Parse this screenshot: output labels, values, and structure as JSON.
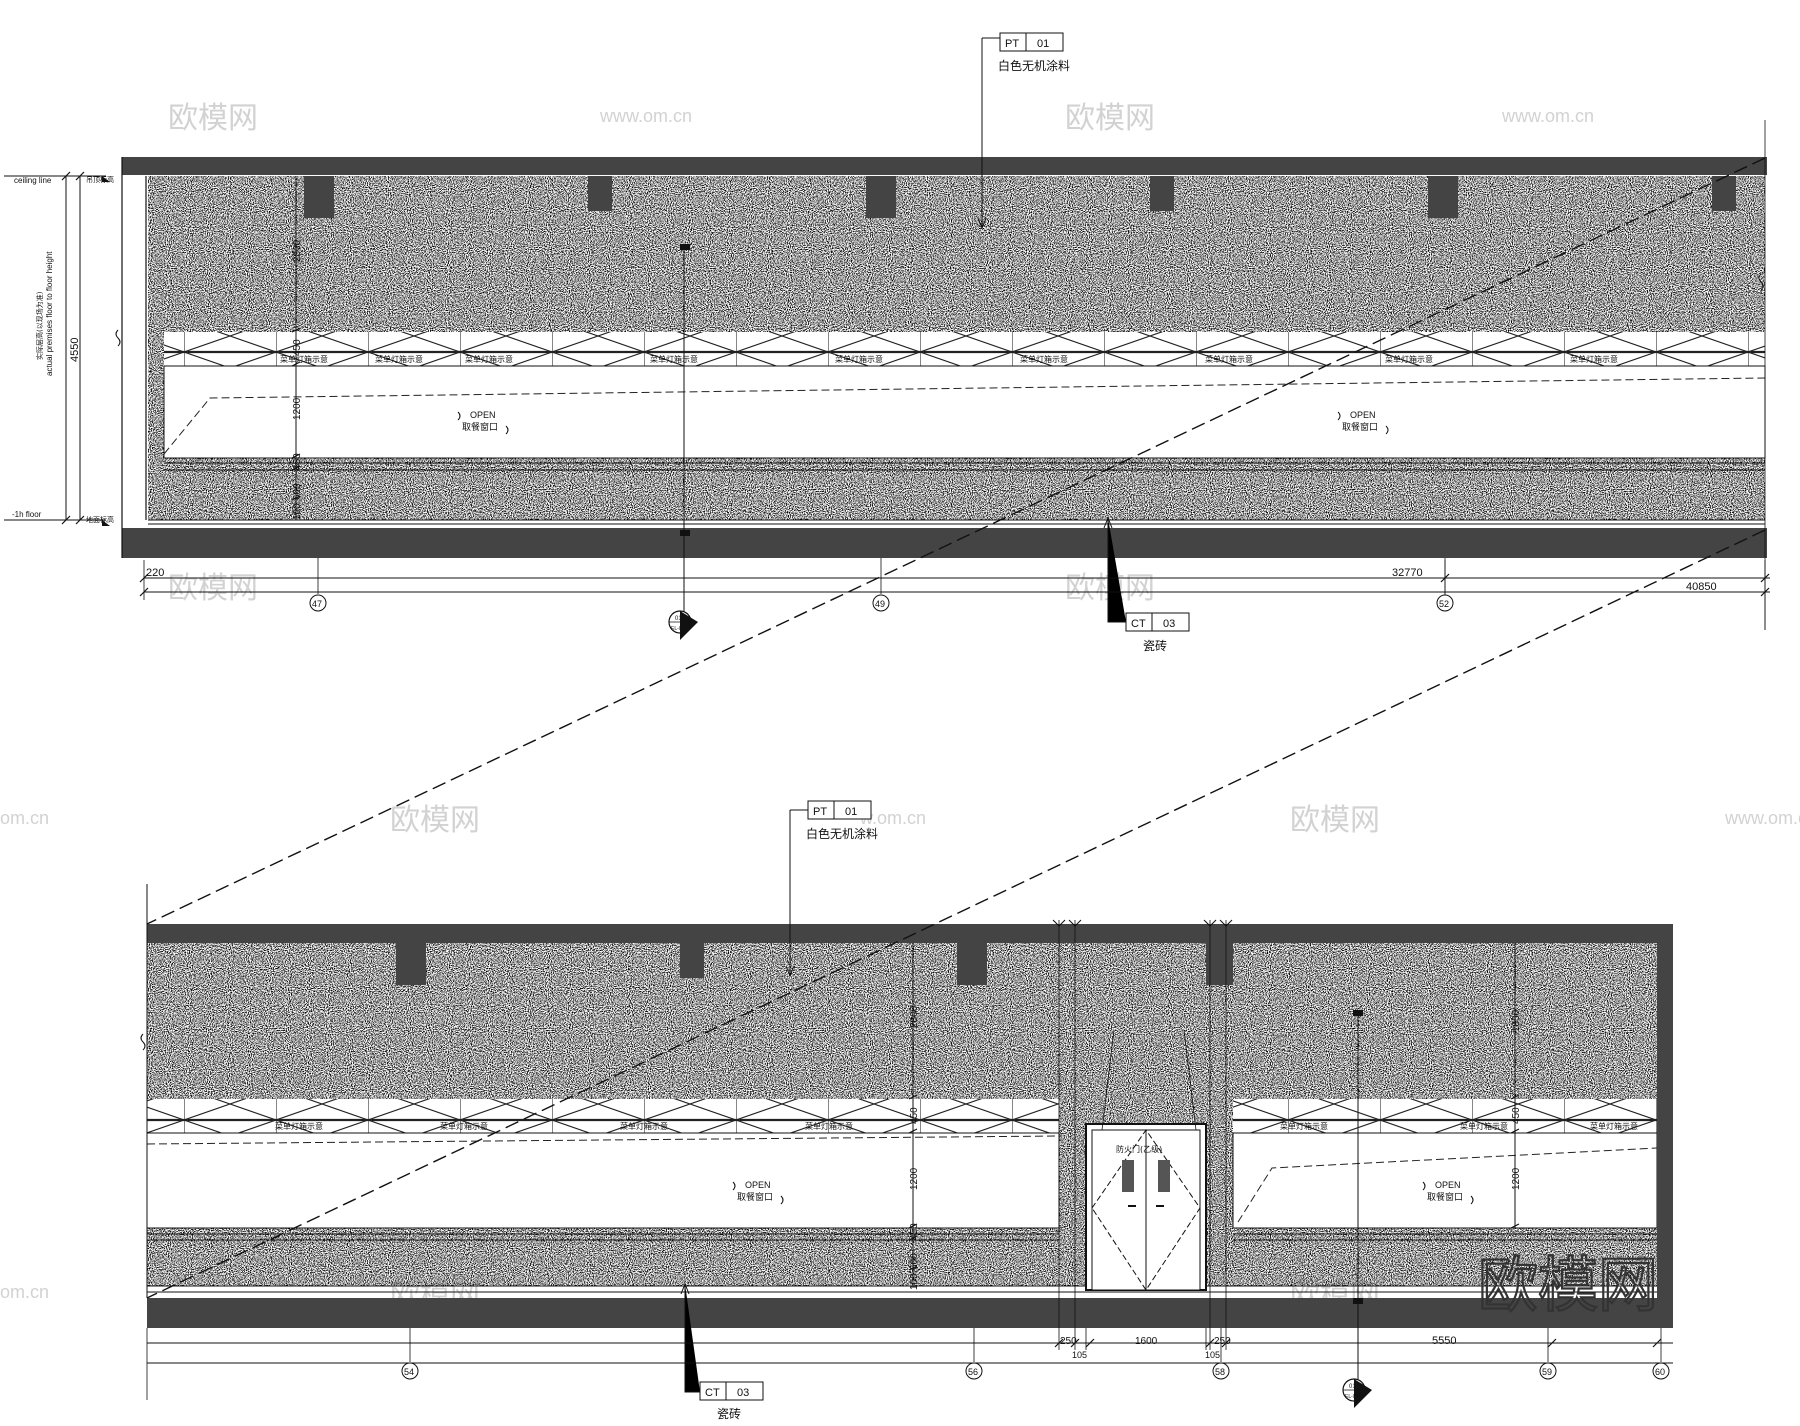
{
  "watermarks": {
    "logo_text": "欧模网",
    "site_text": "www.om.cn",
    "site_fragment": "om.cn",
    "site_fragment_left": "w.om.cn",
    "big_logo": "欧模网"
  },
  "callouts": {
    "paint_code": "PT",
    "paint_no": "01",
    "paint_desc": "白色无机涂料",
    "tile_code": "CT",
    "tile_no": "03",
    "tile_desc": "瓷砖"
  },
  "side_labels": {
    "ceiling_line": "ceiling line",
    "floor_line": "-1h floor",
    "height_caption": "actual premises floor to floor height",
    "height_caption_cn": "实际层高(以现场为准)",
    "height_value": "4550",
    "ceiling_tag": "吊顶标高",
    "floor_tag": "地面标高"
  },
  "segment_dims": {
    "upper_zone": "2800",
    "sign_band": "450",
    "window": "1200",
    "counter": "450",
    "base_a": "600",
    "base_b": "100",
    "right_upper": "1850"
  },
  "window": {
    "open_en": "OPEN",
    "open_cn": "取餐窗口"
  },
  "sign_label": "菜单灯箱示意",
  "door": {
    "label": "防火门(乙级)"
  },
  "bottom_dims": {
    "start": "220",
    "mid": "32770",
    "total": "40850",
    "d250a": "250",
    "d105a": "105",
    "d1600": "1600",
    "d105b": "105",
    "d250b": "250",
    "d5550": "5550"
  },
  "grid_axes": [
    "47",
    "49",
    "52",
    "54",
    "56",
    "58",
    "59",
    "60"
  ],
  "section_mark": {
    "number": "01",
    "sheet": "EL-01"
  }
}
